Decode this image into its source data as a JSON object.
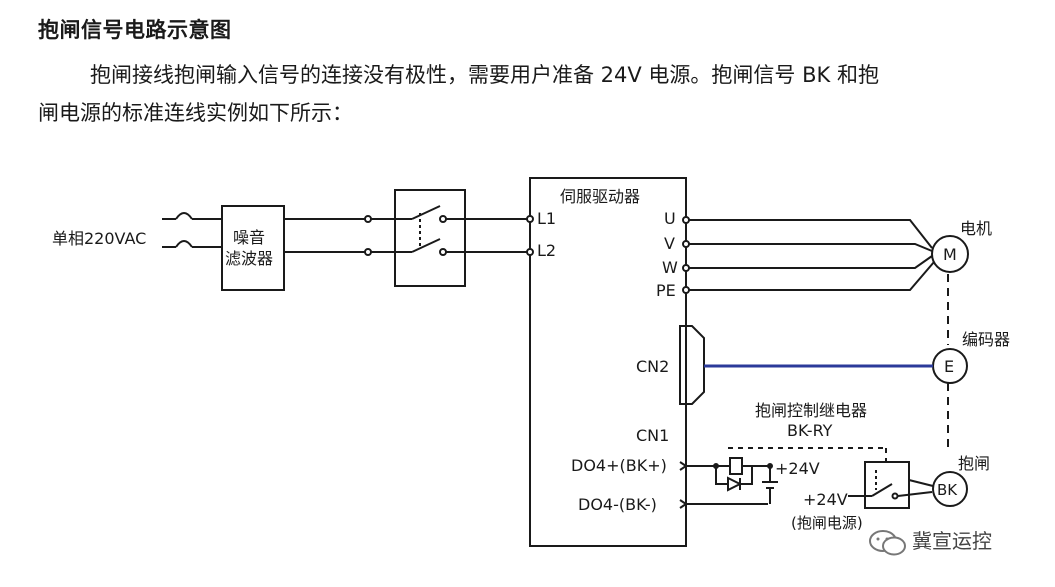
{
  "heading": "抱闸信号电路示意图",
  "paragraph_line1": "抱闸接线抱闸输入信号的连接没有极性，需要用户准备 24V 电源。抱闸信号 BK 和抱",
  "paragraph_line2": "闸电源的标准连线实例如下所示：",
  "diagram": {
    "supply_label": "单相220VAC",
    "filter_line1": "噪音",
    "filter_line2": "滤波器",
    "driver_title": "伺服驱动器",
    "term_L1": "L1",
    "term_L2": "L2",
    "term_U": "U",
    "term_V": "V",
    "term_W": "W",
    "term_PE": "PE",
    "term_CN2": "CN2",
    "term_CN1": "CN1",
    "term_DO4p": "DO4+(BK+)",
    "term_DO4m": "DO4-(BK-)",
    "motor_label": "电机",
    "motor_symbol": "M",
    "encoder_label": "编码器",
    "encoder_symbol": "E",
    "brake_label": "抱闸",
    "brake_symbol": "BK",
    "relay_title": "抱闸控制继电器",
    "relay_code": "BK-RY",
    "v24_a": "+24V",
    "v24_b": "+24V",
    "brake_supply": "(抱闸电源)",
    "cable_color": "#2b3a9a"
  },
  "watermark": "冀宣运控"
}
